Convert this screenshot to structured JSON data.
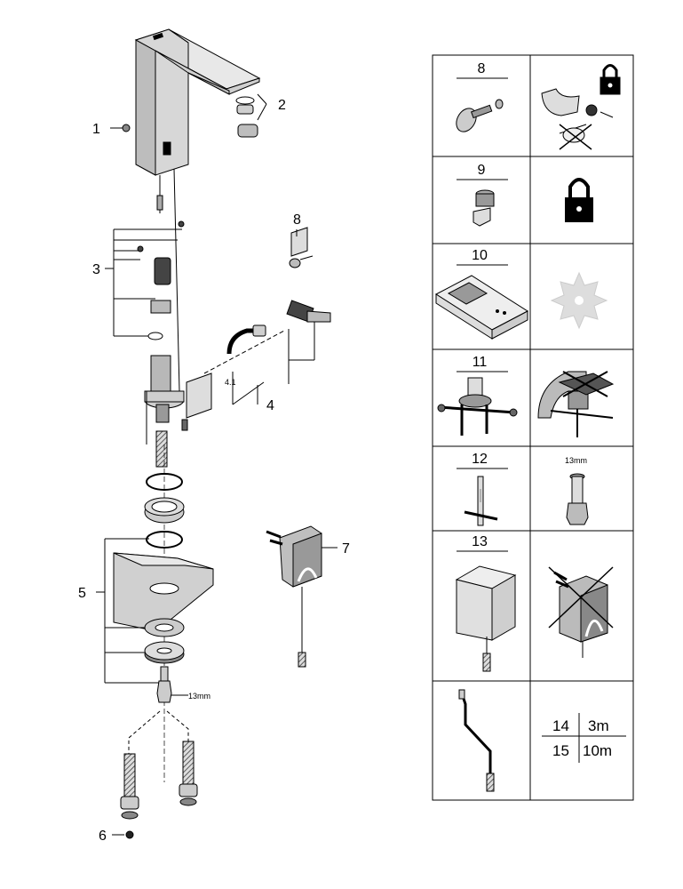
{
  "callouts": {
    "c1": "1",
    "c2": "2",
    "c3": "3",
    "c4": "4",
    "c4_1": "4.1",
    "c5": "5",
    "c6": "6",
    "c7": "7",
    "c8": "8",
    "wrench_size": "13mm"
  },
  "spare_parts": {
    "row8": {
      "number": "8"
    },
    "row9": {
      "number": "9"
    },
    "row10": {
      "number": "10"
    },
    "row11": {
      "number": "11"
    },
    "row12": {
      "number": "12",
      "tool_size": "13mm"
    },
    "row13": {
      "number": "13"
    },
    "cable_table": {
      "r1_item": "14",
      "r1_length": "3m",
      "r2_item": "15",
      "r2_length": "10m"
    }
  },
  "icons": [
    "lock-icon",
    "gear-icon",
    "crossed-out-icon"
  ]
}
